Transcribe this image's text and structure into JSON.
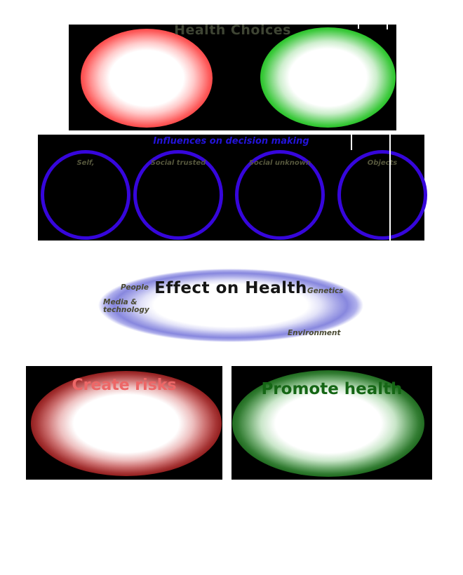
{
  "diagram": {
    "health_choices": {
      "title": "Health Choices",
      "title_color": "#3e4433",
      "risk_ellipse_color": "#fc4a4a",
      "health_ellipse_color": "#2ac32a",
      "background": "#000000"
    },
    "influences": {
      "title": "Influences on decision making",
      "title_color": "#2313d8",
      "circle_stroke_color": "#3606dc",
      "label_color": "#55563c",
      "background": "#000000",
      "circles": [
        {
          "label": "Self,"
        },
        {
          "label": "Social trusted"
        },
        {
          "label": "Social unknown"
        },
        {
          "label": "Objects"
        }
      ]
    },
    "effect_on_health": {
      "title": "Effect on Health",
      "title_color": "#151515",
      "ring_color": "#8787de",
      "labels": {
        "people": "People",
        "media_technology": "Media & technology",
        "genetics": "Genetics",
        "environment": "Environment"
      }
    },
    "create_risks": {
      "title": "Create risks",
      "title_color": "#ed6767",
      "ellipse_color": "#921f1f",
      "background": "#000000"
    },
    "promote_health": {
      "title": "Promote health",
      "title_color": "#156615",
      "ellipse_color": "#206b20",
      "background": "#000000"
    }
  }
}
